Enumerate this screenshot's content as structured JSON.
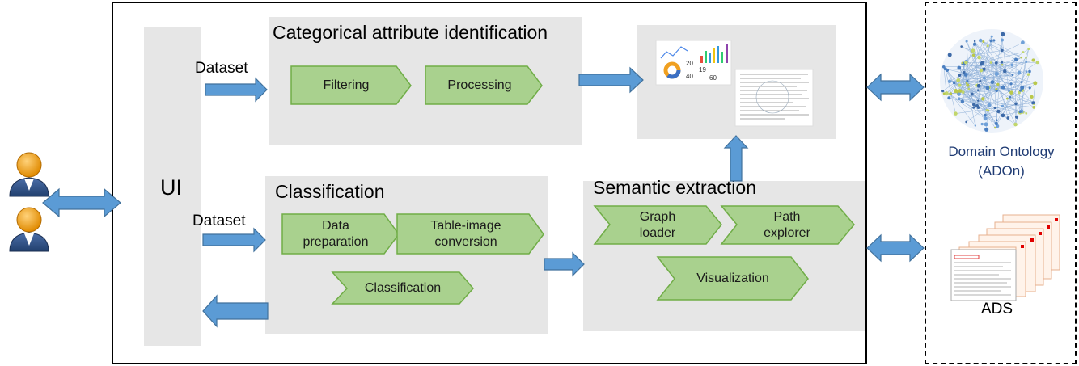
{
  "ui_label": "UI",
  "dataset_label_top": "Dataset",
  "dataset_label_bottom": "Dataset",
  "categorical": {
    "title": "Categorical attribute identification",
    "steps": [
      "Filtering",
      "Processing"
    ]
  },
  "classification": {
    "title": "Classification",
    "steps": [
      "Data\npreparation",
      "Table-image\nconversion",
      "Classification"
    ]
  },
  "semantic": {
    "title": "Semantic extraction",
    "steps": [
      "Graph\nloader",
      "Path\nexplorer",
      "Visualization"
    ]
  },
  "dashboard": {
    "numbers": [
      "20",
      "19",
      "40",
      "60"
    ]
  },
  "ontology": {
    "caption_line1": "Domain Ontology",
    "caption_line2": "(ADOn)"
  },
  "ads": {
    "caption": "ADS"
  },
  "colors": {
    "panel": "#e6e6e6",
    "step_fill": "#a9d18e",
    "step_stroke": "#70ad47",
    "arrow_fill": "#5b9bd5",
    "arrow_stroke": "#41719c",
    "caption_blue": "#1f3b73"
  }
}
